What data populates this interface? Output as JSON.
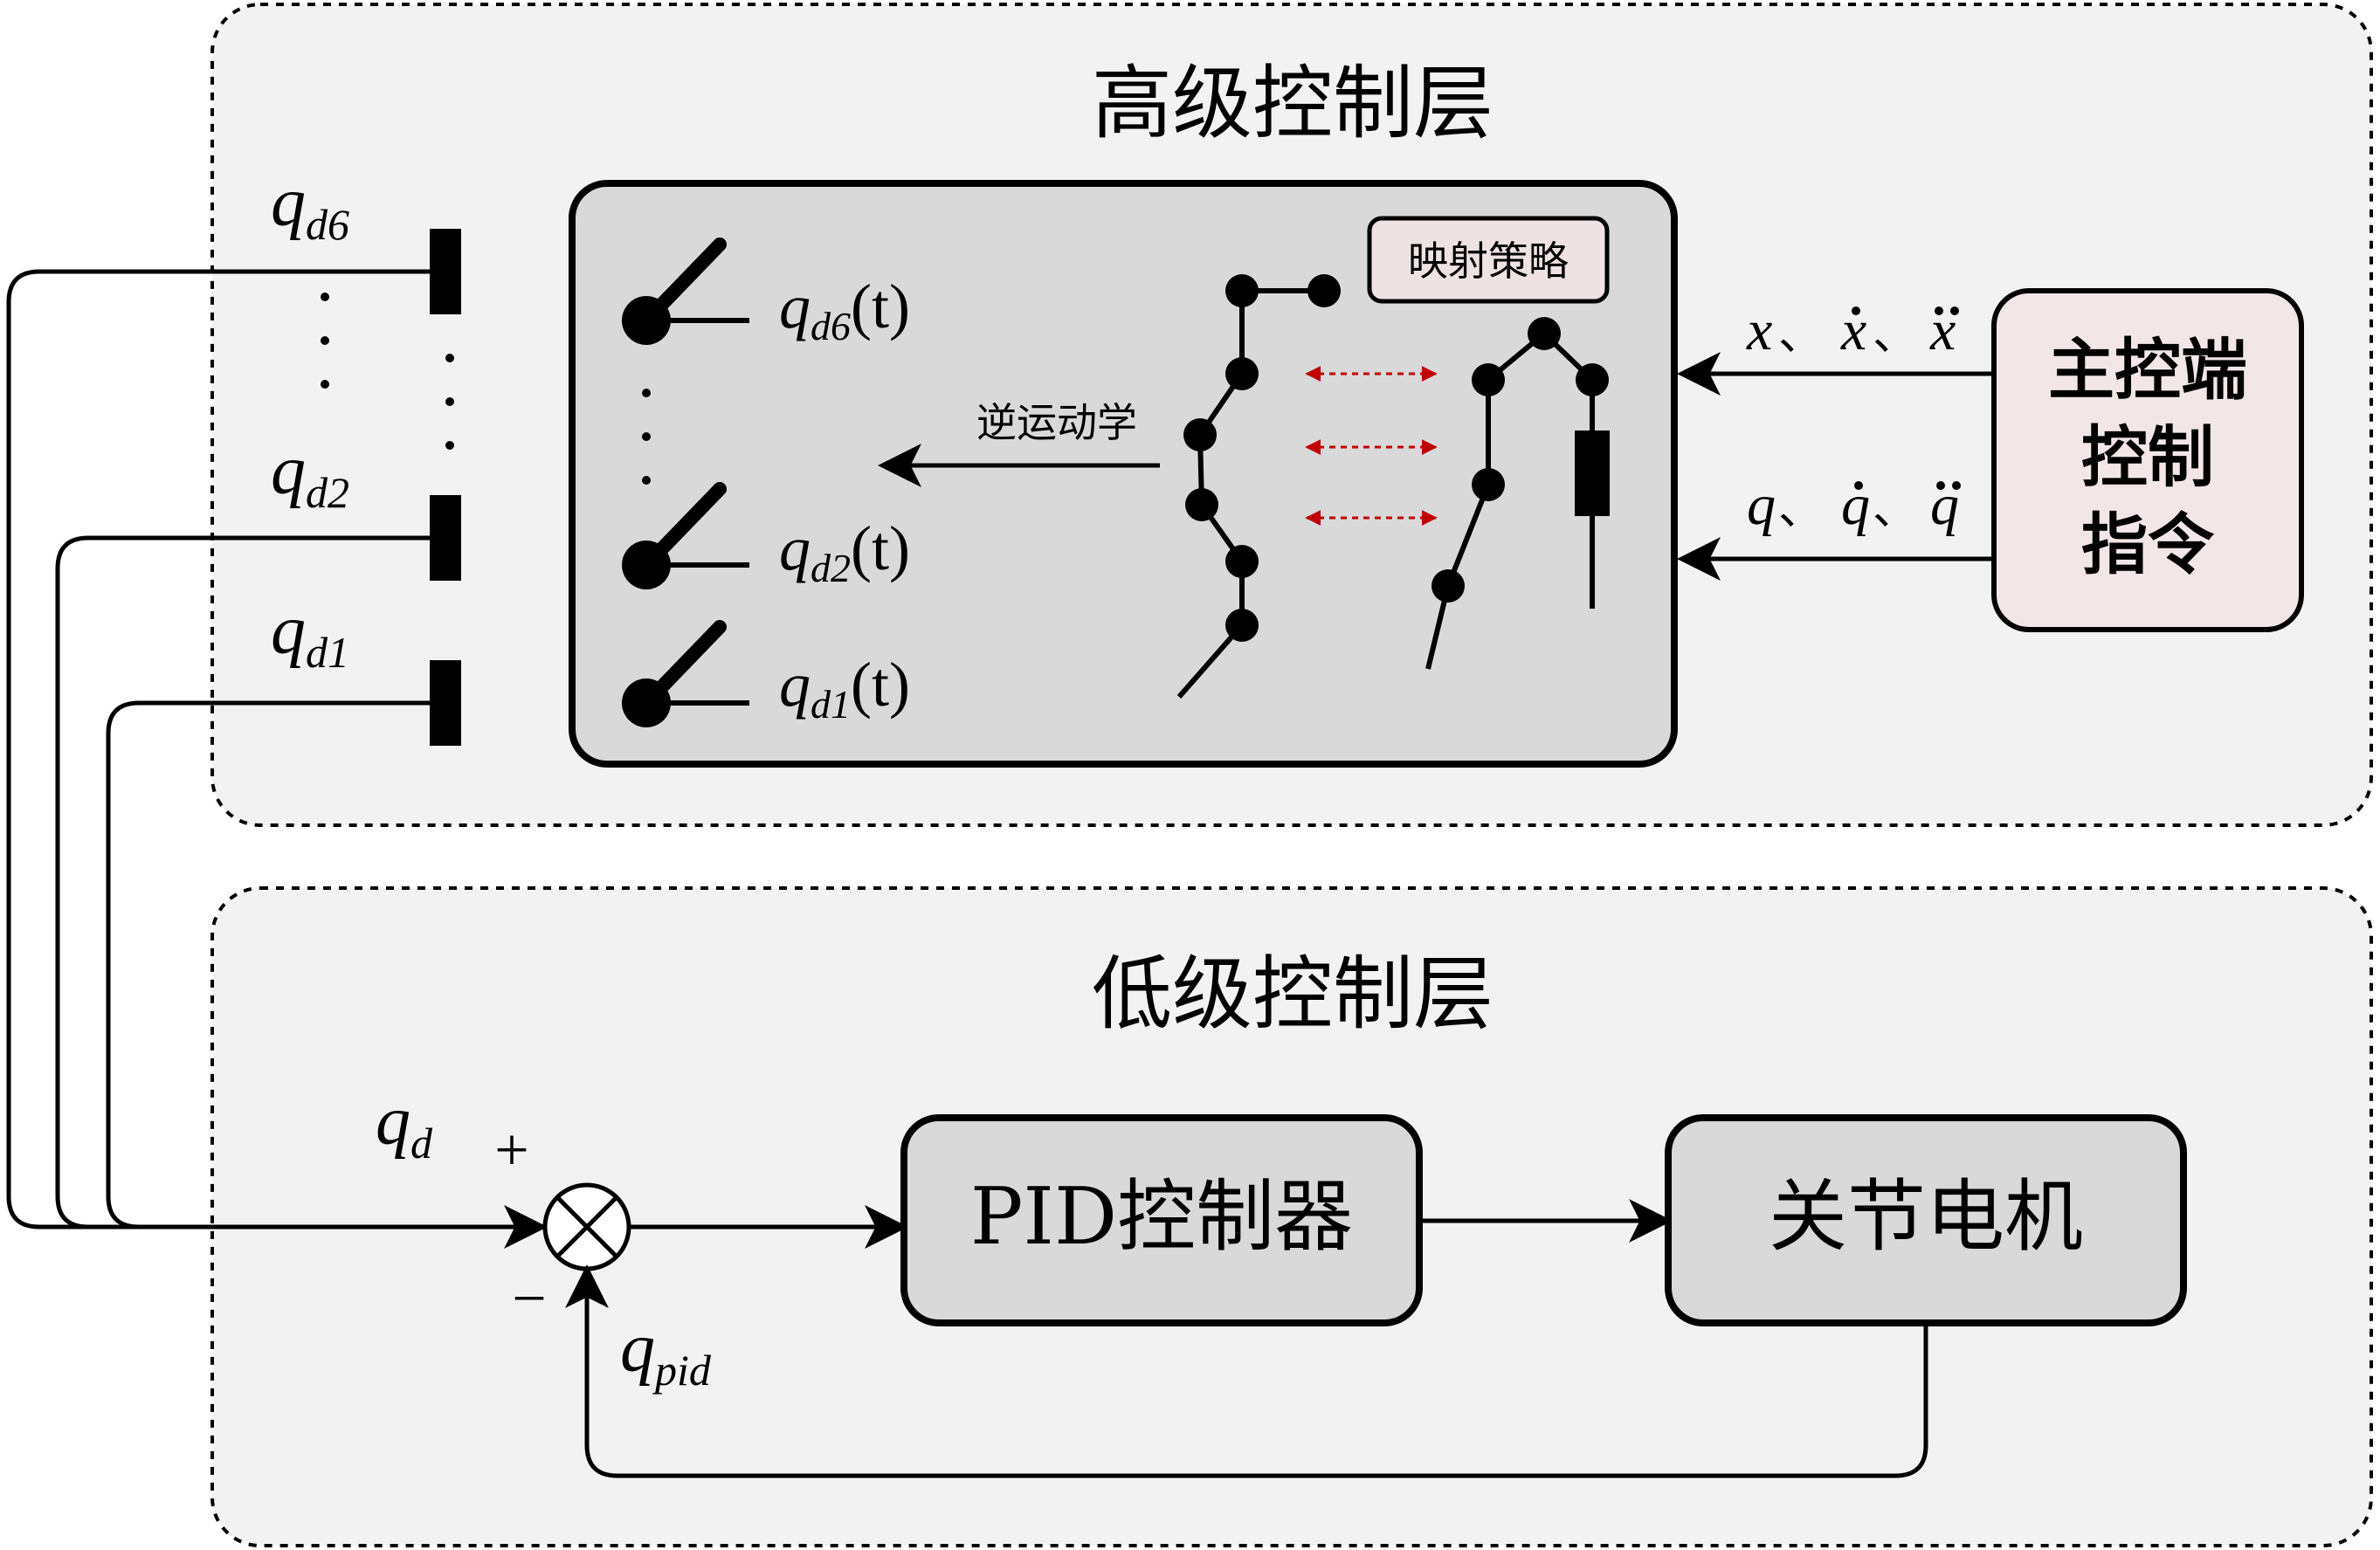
{
  "high_layer": {
    "title": "高级控制层",
    "mapping_label": "映射策略",
    "ik_label": "逆运动学",
    "joints": [
      {
        "q": "q",
        "sub": "d6",
        "arg": "(t)"
      },
      {
        "q": "q",
        "sub": "d2",
        "arg": "(t)"
      },
      {
        "q": "q",
        "sub": "d1",
        "arg": "(t)"
      }
    ],
    "master": {
      "line1": "主控端",
      "line2": "控制",
      "line3": "指令"
    },
    "inputs": {
      "cartesian": {
        "a": "x",
        "b": "x",
        "c": "x",
        "sep": "、"
      },
      "joint": {
        "a": "q",
        "b": "q",
        "c": "q",
        "sep": "、"
      }
    }
  },
  "outputs": [
    {
      "q": "q",
      "sub": "d6"
    },
    {
      "q": "q",
      "sub": "d2"
    },
    {
      "q": "q",
      "sub": "d1"
    }
  ],
  "low_layer": {
    "title": "低级控制层",
    "qd": {
      "q": "q",
      "sub": "d"
    },
    "plus": "+",
    "minus": "−",
    "qpid": {
      "q": "q",
      "sub": "pid"
    },
    "pid_block": "PID控制器",
    "motor_block": "关节电机"
  },
  "colors": {
    "layer_bg": "#f2f2f2",
    "inner_bg": "#d9d9d9",
    "master_bg": "#f2e6e6",
    "mapping_bg": "#eee2e2",
    "mapping_arrow": "#c00000"
  }
}
